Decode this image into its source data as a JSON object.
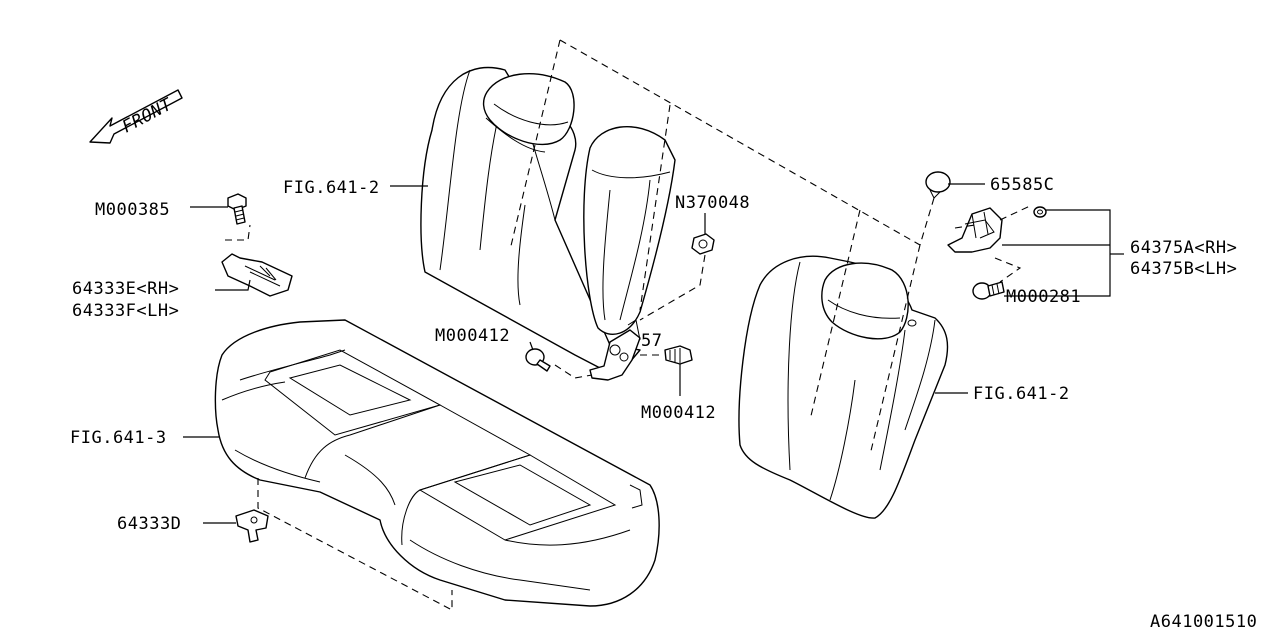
{
  "diagram": {
    "front_label": "FRONT",
    "drawing_number": "A641001510",
    "callouts": {
      "m000385": "M000385",
      "p64333e": "64333E<RH>",
      "p64333f": "64333F<LH>",
      "fig641_2_left": "FIG.641-2",
      "n370048": "N370048",
      "m000412_a": "M000412",
      "p57": "57",
      "m000412_b": "M000412",
      "fig641_3": "FIG.641-3",
      "p64333d": "64333D",
      "p65585c": "65585C",
      "p64375a": "64375A<RH>",
      "p64375b": "64375B<LH>",
      "m000281": "M000281",
      "fig641_2_right": "FIG.641-2"
    }
  }
}
